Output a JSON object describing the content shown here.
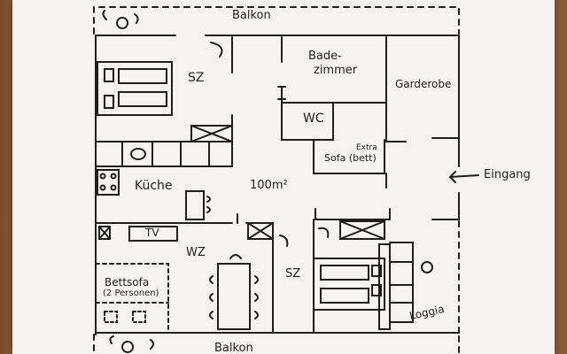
{
  "plan": {
    "balcony_top": "Balkon",
    "balcony_bottom": "Balkon",
    "bedroom_1": "SZ",
    "bathroom_l1": "Bade-",
    "bathroom_l2": "zimmer",
    "wardrobe": "Garderobe",
    "wc": "WC",
    "extra_note": "Extra",
    "sofa_bed": "Sofa (bett)",
    "entrance": "Eingang",
    "kitchen": "Küche",
    "area": "100m²",
    "tv": "TV",
    "living_room": "WZ",
    "bedroom_2": "SZ",
    "bed_sofa_l1": "Bettsofa",
    "bed_sofa_l2": "(2 Personen)",
    "loggia": "Loggia"
  }
}
